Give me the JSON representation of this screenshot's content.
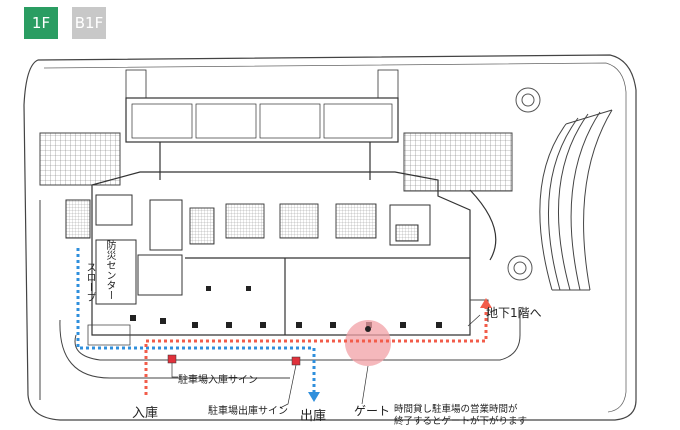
{
  "floor_tabs": [
    {
      "label": "1F",
      "active": true,
      "color": "#2a9d62"
    },
    {
      "label": "B1F",
      "active": false,
      "color": "#c8c8c8"
    }
  ],
  "labels": {
    "bousai_center": "防災センター",
    "slope": "スロープ",
    "to_b1": "地下1階へ",
    "entry_sign": "駐車場入庫サイン",
    "exit_sign": "駐車場出庫サイン",
    "entry": "入庫",
    "exit": "出庫",
    "gate": "ゲート",
    "gate_note_line1": "時間貸し駐車場の営業時間が",
    "gate_note_line2": "終了するとゲートが下がります"
  },
  "colors": {
    "entry_route": "#f25c4a",
    "exit_route": "#2f8fdc",
    "gate_marker": "#f2a0a6",
    "sign_marker": "#e0323c",
    "line": "#333333"
  }
}
